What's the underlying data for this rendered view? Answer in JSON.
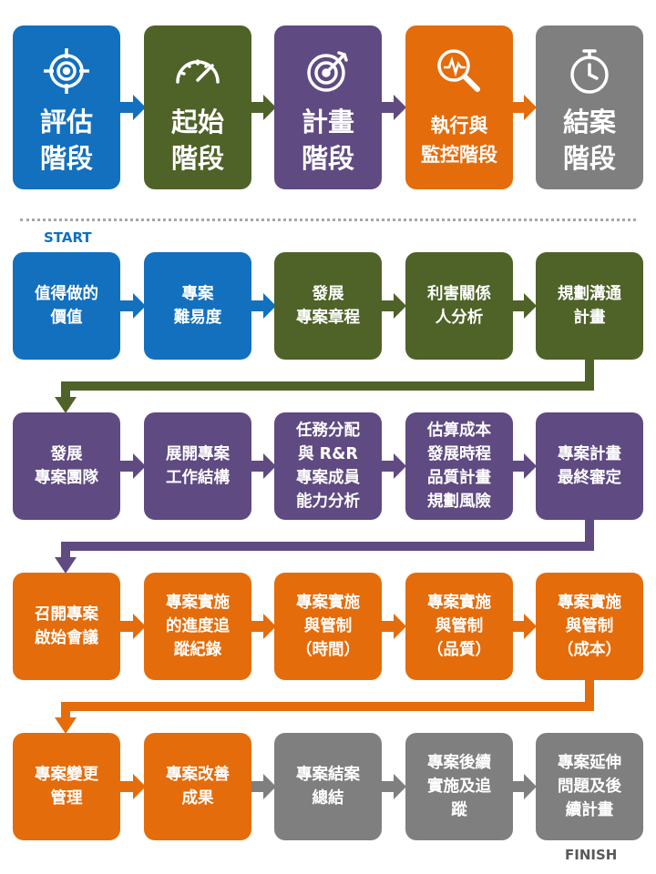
{
  "phases": [
    {
      "label": "評估\n階段",
      "icon": "crosshair-icon",
      "color": "#1270be"
    },
    {
      "label": "起始\n階段",
      "icon": "speedometer-icon",
      "color": "#4f6228"
    },
    {
      "label": "計畫\n階段",
      "icon": "target-arrow-icon",
      "color": "#5f4a82"
    },
    {
      "label": "執行與\n監控階段",
      "icon": "magnifier-chart-icon",
      "color": "#e46c0a"
    },
    {
      "label": "結案\n階段",
      "icon": "stopwatch-icon",
      "color": "#7f7f7f"
    }
  ],
  "start_label": "START",
  "finish_label": "FINISH",
  "rows": [
    [
      "值得做的\n價值",
      "專案\n難易度",
      "發展\n專案章程",
      "利害關係\n人分析",
      "規劃溝通\n計畫"
    ],
    [
      "發展\n專案團隊",
      "展開專案\n工作結構",
      "任務分配\n與 R&R\n專案成員\n能力分析",
      "估算成本\n發展時程\n品質計畫\n規劃風險",
      "專案計畫\n最終審定"
    ],
    [
      "召開專案\n啟始會議",
      "專案實施\n的進度追\n蹤紀錄",
      "專案實施\n與管制\n（時間）",
      "專案實施\n與管制\n（品質）",
      "專案實施\n與管制\n（成本）"
    ],
    [
      "專案變更\n管理",
      "專案改善\n成果",
      "專案結案\n總結",
      "專案後續\n實施及追\n蹤",
      "專案延伸\n問題及後\n續計畫"
    ]
  ],
  "colors": {
    "blue": "#1270be",
    "green": "#4f6228",
    "purple": "#5f4a82",
    "orange": "#e46c0a",
    "gray": "#7f7f7f",
    "start_text": "#1270be",
    "finish_text": "#595959"
  }
}
